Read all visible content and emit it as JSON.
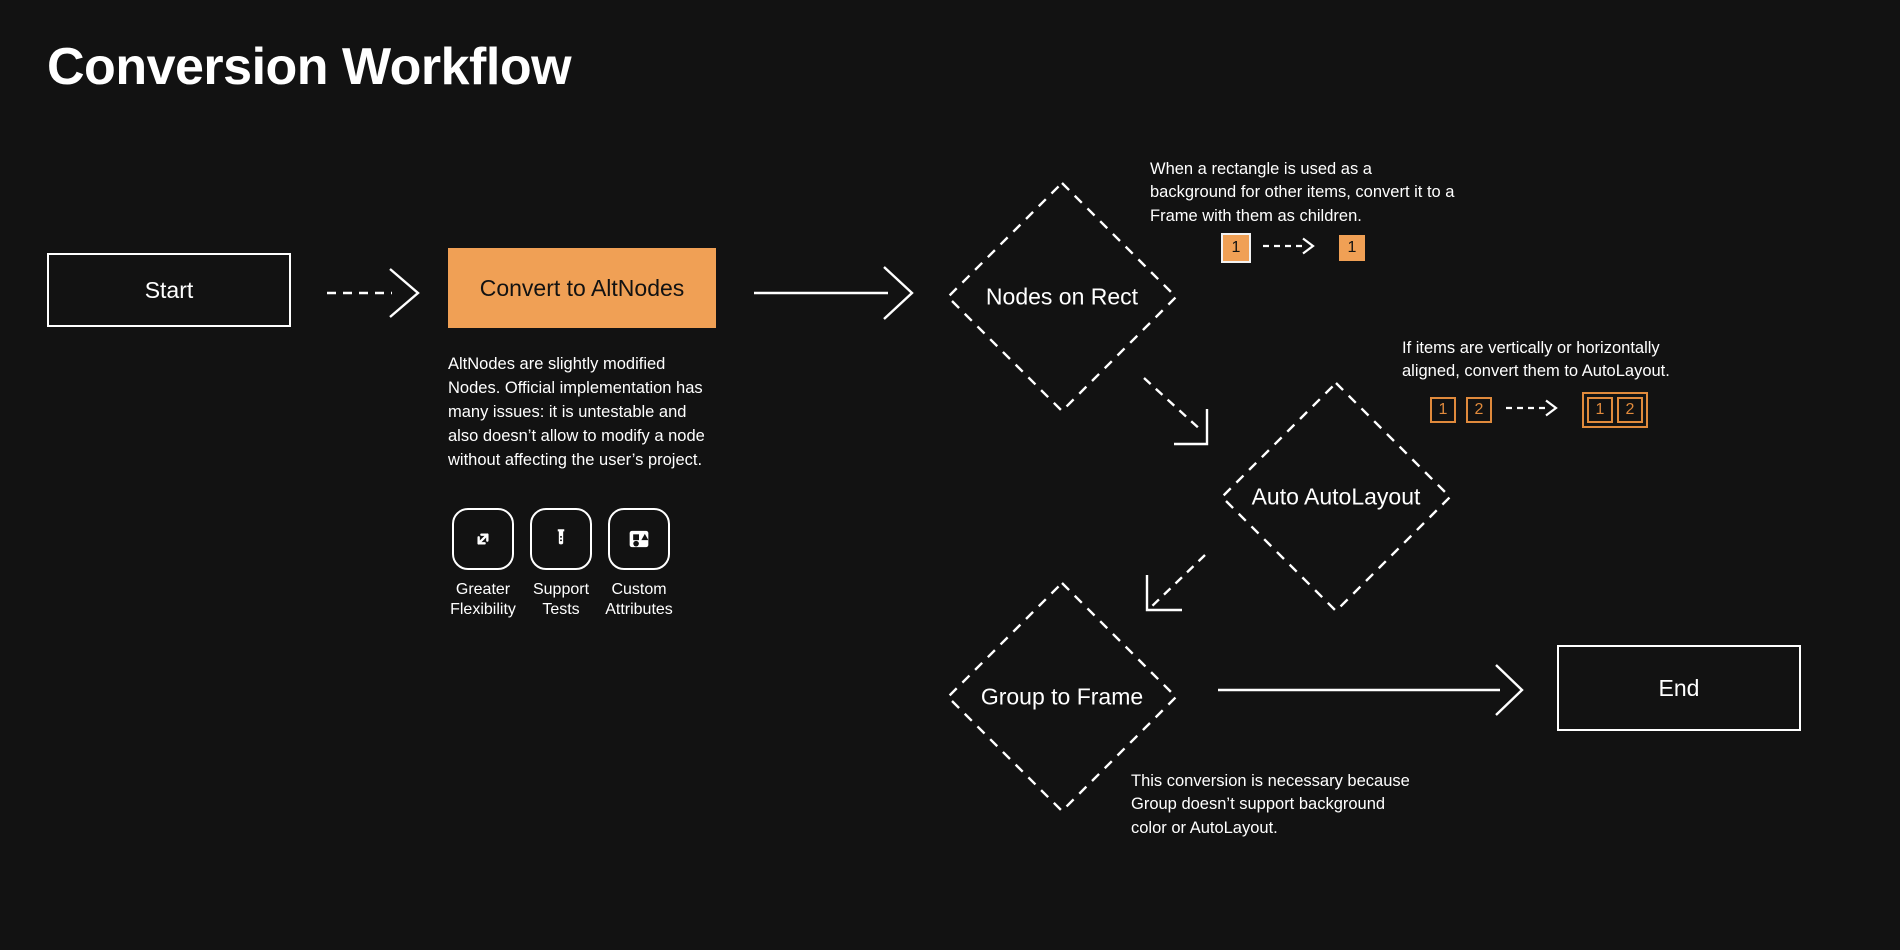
{
  "page": {
    "title": "Conversion Workflow",
    "background_color": "#121212",
    "accent_color": "#F0A055",
    "accent_outline_color": "#E08A3C",
    "text_color": "#FFFFFF"
  },
  "nodes": {
    "start": {
      "label": "Start",
      "shape": "rectangle"
    },
    "convert": {
      "label": "Convert to AltNodes",
      "shape": "rectangle-filled"
    },
    "nodes_on_rect": {
      "label": "Nodes on Rect",
      "shape": "diamond"
    },
    "auto_autolayout": {
      "label": "Auto AutoLayout",
      "shape": "diamond"
    },
    "group_to_frame": {
      "label": "Group to Frame",
      "shape": "diamond"
    },
    "end": {
      "label": "End",
      "shape": "rectangle"
    }
  },
  "notes": {
    "altnodes": "AltNodes are slightly modified Nodes. Official implementation has many issues: it is untestable and also doesn’t allow to modify a node without affecting the user’s project.",
    "nodes_on_rect": "When a rectangle is used as a background for other items, convert it to a Frame with them as children.",
    "auto_autolayout": "If items are vertically or horizontally aligned, convert them to AutoLayout.",
    "group_to_frame": "This conversion is necessary because Group doesn’t support background color or AutoLayout."
  },
  "badges": {
    "rect_example": {
      "before": [
        {
          "label": "1",
          "style": "filled-outlined"
        }
      ],
      "after": [
        {
          "label": "1",
          "style": "filled"
        }
      ]
    },
    "align_example": {
      "before": [
        {
          "label": "1",
          "style": "outline"
        },
        {
          "label": "2",
          "style": "outline"
        }
      ],
      "after": [
        {
          "label": "1",
          "style": "outline"
        },
        {
          "label": "2",
          "style": "outline"
        }
      ]
    }
  },
  "features": [
    {
      "icon": "expand-arrows-icon",
      "line1": "Greater",
      "line2": "Flexibility"
    },
    {
      "icon": "test-tube-icon",
      "line1": "Support",
      "line2": "Tests"
    },
    {
      "icon": "shapes-icon",
      "line1": "Custom",
      "line2": "Attributes"
    }
  ]
}
